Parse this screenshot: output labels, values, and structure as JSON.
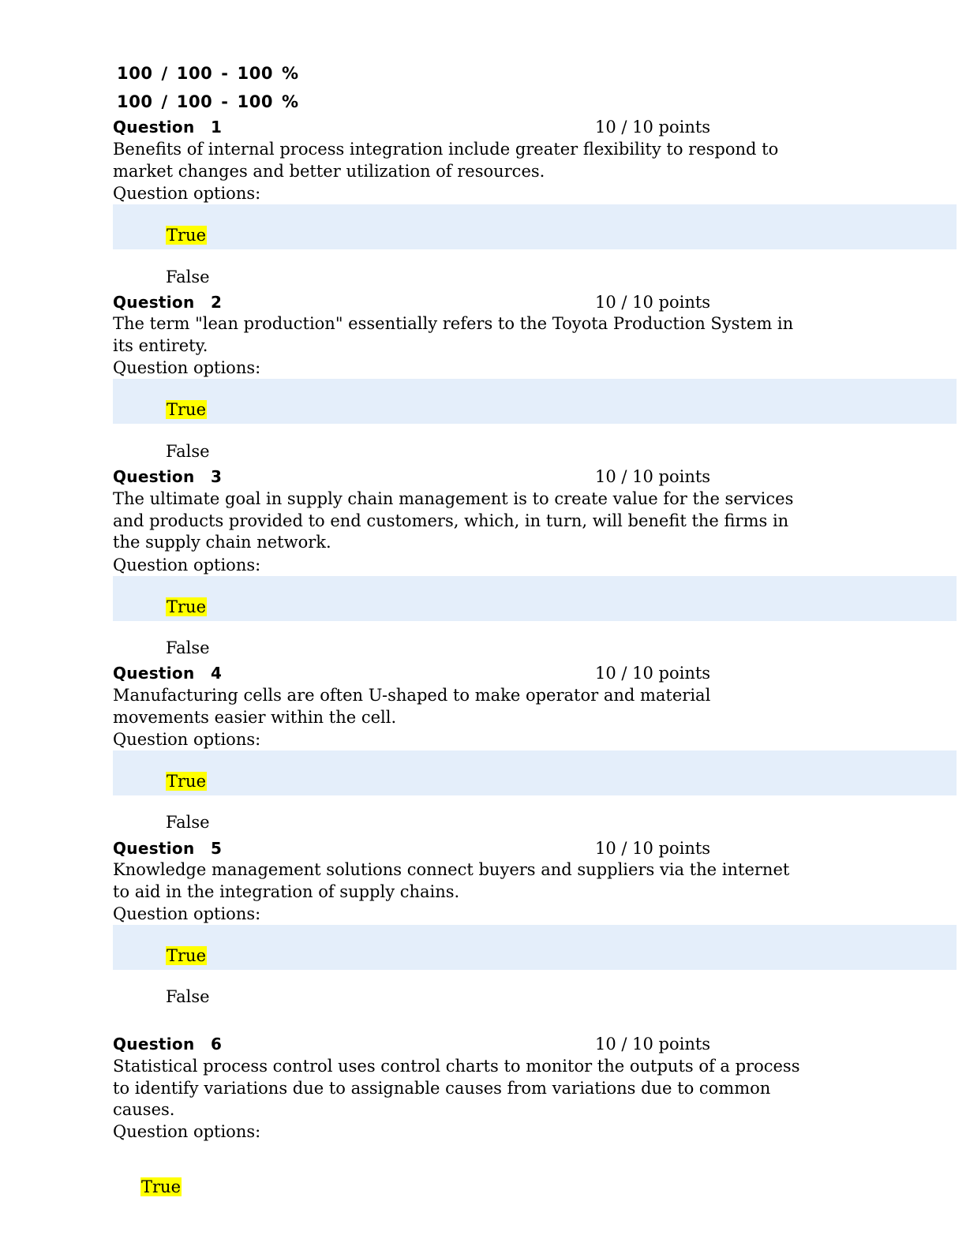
{
  "summary": {
    "score_line_1": "100 / 100 - 100 %",
    "score_line_2": "100 / 100 - 100 %"
  },
  "options_label": "Question options:",
  "highlight_color": "#ffff00",
  "band_color": "#e4eefa",
  "questions": [
    {
      "label": "Question  1",
      "points": "10 / 10 points",
      "text": "Benefits of internal process integration include greater flexibility to respond to\nmarket changes and better utilization of resources.",
      "options": [
        "True",
        "False"
      ],
      "selected": "True"
    },
    {
      "label": "Question  2",
      "points": "10 / 10 points",
      "text": "The term \"lean production\" essentially refers to the Toyota Production System in\nits entirety.",
      "options": [
        "True",
        "False"
      ],
      "selected": "True"
    },
    {
      "label": "Question  3",
      "points": "10 / 10 points",
      "text": "The ultimate goal in supply chain management is to create value for the services\nand products provided to end customers, which, in turn, will benefit the firms in\nthe supply chain network.",
      "options": [
        "True",
        "False"
      ],
      "selected": "True"
    },
    {
      "label": "Question  4",
      "points": "10 / 10 points",
      "text": "Manufacturing cells are often U-shaped to make operator and material\nmovements easier within the cell.",
      "options": [
        "True",
        "False"
      ],
      "selected": "True"
    },
    {
      "label": "Question  5",
      "points": "10 / 10 points",
      "text": "Knowledge management solutions connect buyers and suppliers via the internet\nto aid in the integration of supply chains.",
      "options": [
        "True",
        "False"
      ],
      "selected": "True"
    },
    {
      "label": "Question  6",
      "points": "10 / 10 points",
      "text": "Statistical process control uses control charts to monitor the outputs of a process\nto identify variations due to assignable causes from variations due to common\ncauses.",
      "options": [
        "True"
      ],
      "selected": "True"
    }
  ]
}
